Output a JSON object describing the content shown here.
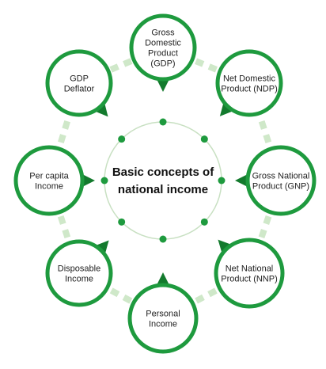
{
  "center": {
    "title_line1": "Basic concepts of",
    "title_line2": "national income"
  },
  "nodes": [
    {
      "id": "gdp",
      "lines": [
        "Gross",
        "Domestic",
        "Product",
        "(GDP)"
      ]
    },
    {
      "id": "ndp",
      "lines": [
        "Net Domestic",
        "Product (NDP)"
      ]
    },
    {
      "id": "gnp",
      "lines": [
        "Gross National",
        "Product  (GNP)"
      ]
    },
    {
      "id": "nnp",
      "lines": [
        "Net National",
        "Product (NNP)"
      ]
    },
    {
      "id": "personal-income",
      "lines": [
        "Personal",
        "Income"
      ]
    },
    {
      "id": "disposable-income",
      "lines": [
        "Disposable",
        "Income"
      ]
    },
    {
      "id": "per-capita-income",
      "lines": [
        "Per capita",
        "Income"
      ]
    },
    {
      "id": "gdp-deflator",
      "lines": [
        "GDP",
        "Deflator"
      ]
    }
  ],
  "colors": {
    "primary_green": "#1e9a3e",
    "dark_green": "#137a2d",
    "light_green": "#cfe8c9",
    "ring_line": "#c8e0c2",
    "text": "#222222"
  }
}
